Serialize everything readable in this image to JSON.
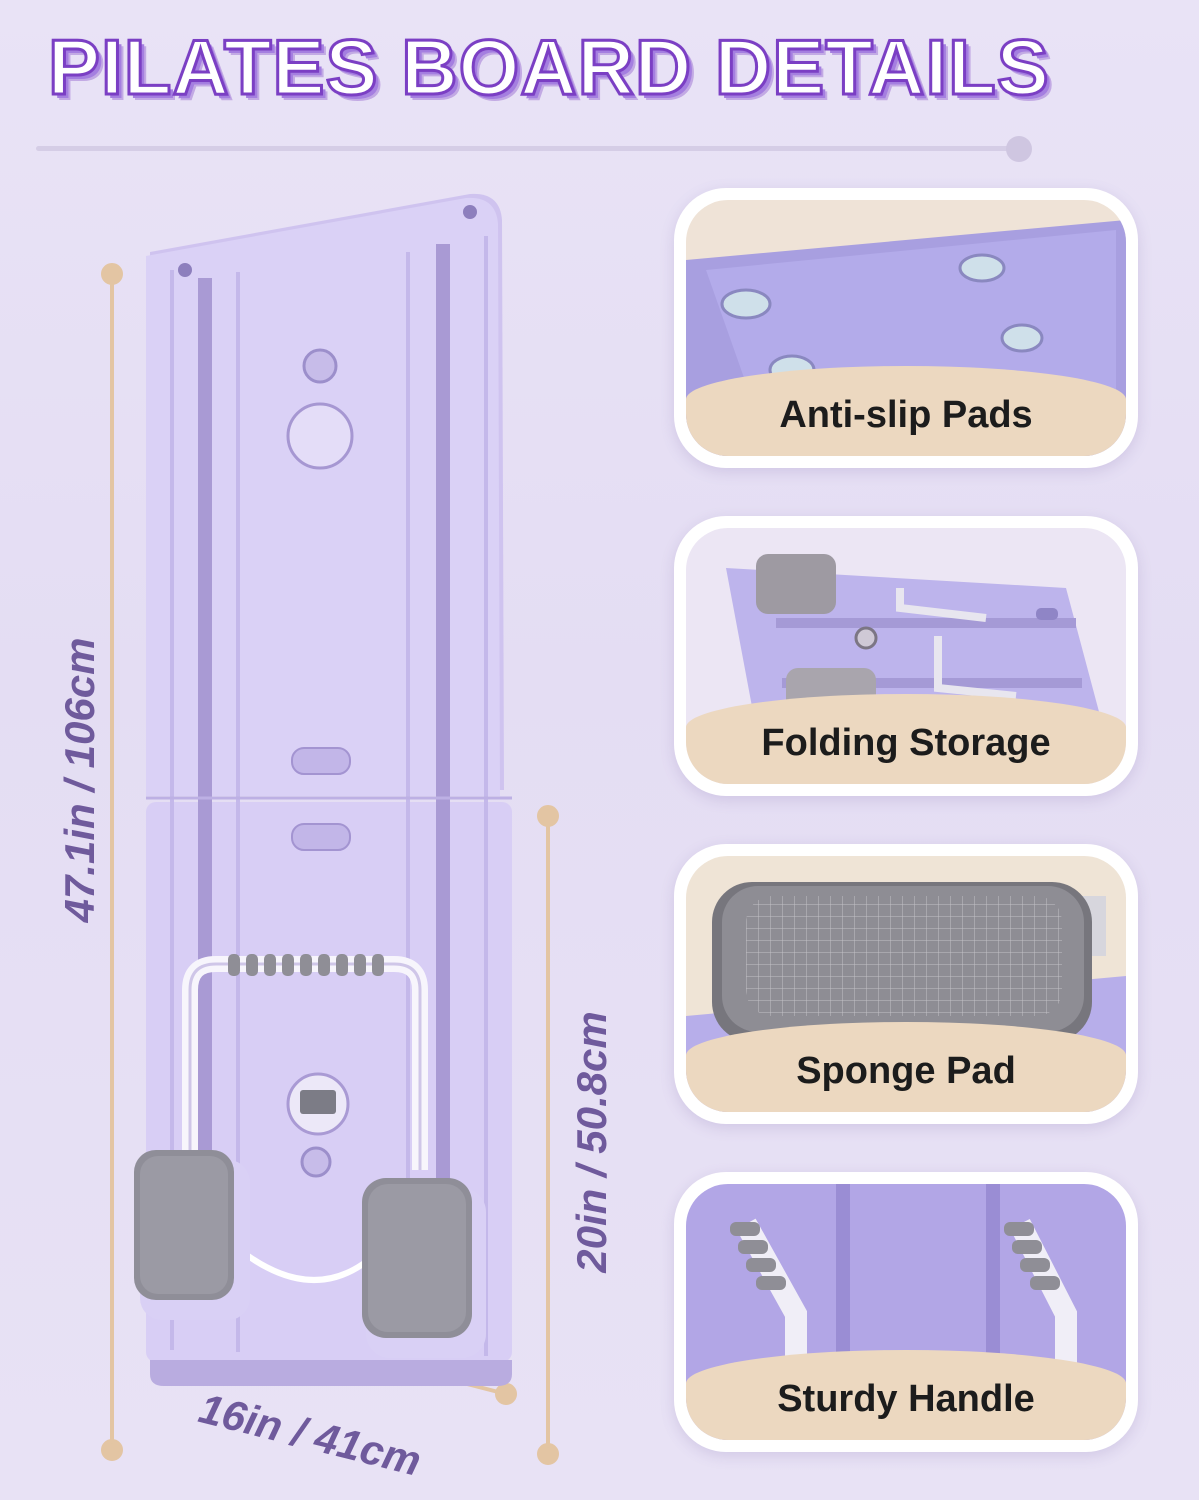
{
  "header": {
    "title": "PILATES BOARD DETAILS"
  },
  "dimensions": {
    "height": "47.1in / 106cm",
    "fold_length": "20in / 50.8cm",
    "width": "16in / 41cm"
  },
  "details": [
    {
      "caption": "Anti-slip Pads"
    },
    {
      "caption": "Folding Storage"
    },
    {
      "caption": "Sponge Pad"
    },
    {
      "caption": "Sturdy Handle"
    }
  ],
  "colors": {
    "title_stroke": "#7b3fc4",
    "board": "#d6ccf2",
    "dimension_line": "#e3c5a3",
    "caption_band": "#ecd8c0"
  }
}
